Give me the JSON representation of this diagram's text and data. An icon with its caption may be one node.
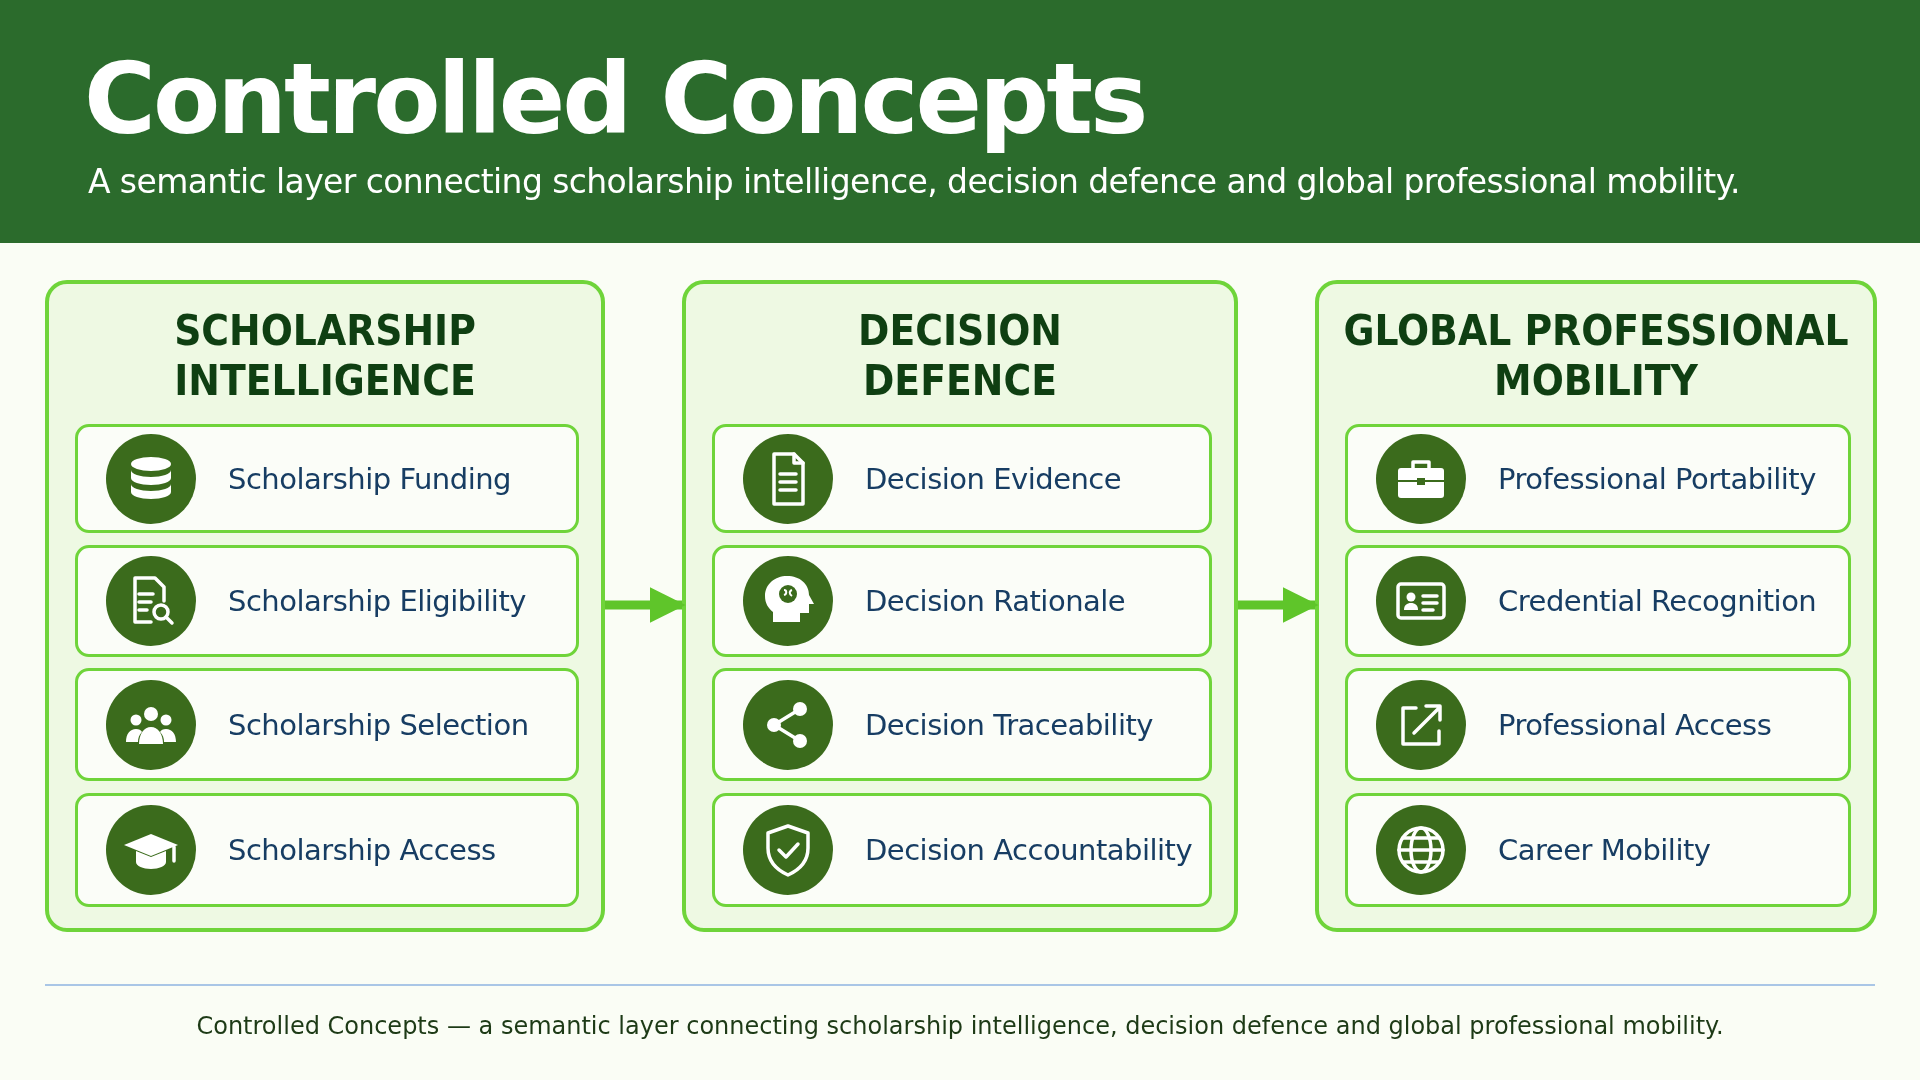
{
  "diagram": {
    "title": "Controlled Concepts",
    "caption": "Controlled Concepts — a semantic layer connecting scholarship intelligence, decision defence and global professional mobility.",
    "nodes": [
      {
        "text": [
          "SCHOLARSHIP INTELLIGENCE"
        ]
      },
      {
        "text": [
          "Scholarship Funding"
        ],
        "in": 0
      },
      {
        "text": [
          "Scholarship Eligibility"
        ],
        "in": 0
      },
      {
        "text": [
          "Scholarship Selection"
        ],
        "in": 0
      },
      {
        "text": [
          "Scholarship Access"
        ],
        "in": 0
      },
      {
        "text": [
          "DECISION DEFENCE"
        ]
      },
      {
        "text": [
          "Decision Evidence"
        ],
        "in": 5
      },
      {
        "text": [
          "Decision Rationale"
        ],
        "in": 5
      },
      {
        "text": [
          "Decision Traceability"
        ],
        "in": 5
      },
      {
        "text": [
          "Decision Accountability"
        ],
        "in": 5
      },
      {
        "text": [
          "GLOBAL PROFESSIONAL MOBILITY"
        ]
      },
      {
        "text": [
          "Professional Portability"
        ],
        "in": 10
      },
      {
        "text": [
          "Credential Recognition"
        ],
        "in": 10
      },
      {
        "text": [
          "Professional Access"
        ],
        "in": 10
      },
      {
        "text": [
          "Career Mobility"
        ],
        "in": 10
      }
    ],
    "edges": [
      {
        "from": 0,
        "to": 5,
        "arrow": "to"
      },
      {
        "from": 5,
        "to": 10,
        "arrow": "to"
      }
    ],
    "labels": [
      "A semantic layer connecting scholarship intelligence, decision defence and global professional mobility."
    ]
  }
}
